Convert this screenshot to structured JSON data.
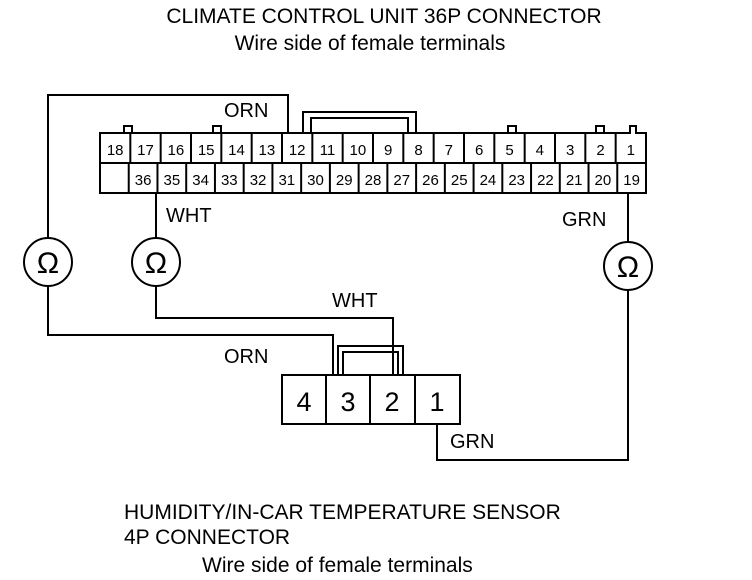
{
  "top_connector": {
    "title": "CLIMATE CONTROL UNIT 36P CONNECTOR",
    "subtitle": "Wire side of female terminals",
    "top_row": [
      "18",
      "17",
      "16",
      "15",
      "14",
      "13",
      "12",
      "11",
      "10",
      "9",
      "8",
      "7",
      "6",
      "5",
      "4",
      "3",
      "2",
      "1"
    ],
    "bottom_row": [
      "",
      "36",
      "35",
      "34",
      "33",
      "32",
      "31",
      "30",
      "29",
      "28",
      "27",
      "26",
      "25",
      "24",
      "23",
      "22",
      "21",
      "20",
      "19"
    ]
  },
  "bottom_connector": {
    "title_line1": "HUMIDITY/IN-CAR TEMPERATURE SENSOR",
    "title_line2": "4P CONNECTOR",
    "subtitle": "Wire side of female terminals",
    "pins": [
      "4",
      "3",
      "2",
      "1"
    ]
  },
  "wires": {
    "orn_top": "ORN",
    "wht_top": "WHT",
    "grn_top": "GRN",
    "wht_bottom": "WHT",
    "orn_bottom": "ORN",
    "grn_bottom": "GRN"
  },
  "meters": {
    "left": "Ω",
    "middle": "Ω",
    "right": "Ω"
  }
}
